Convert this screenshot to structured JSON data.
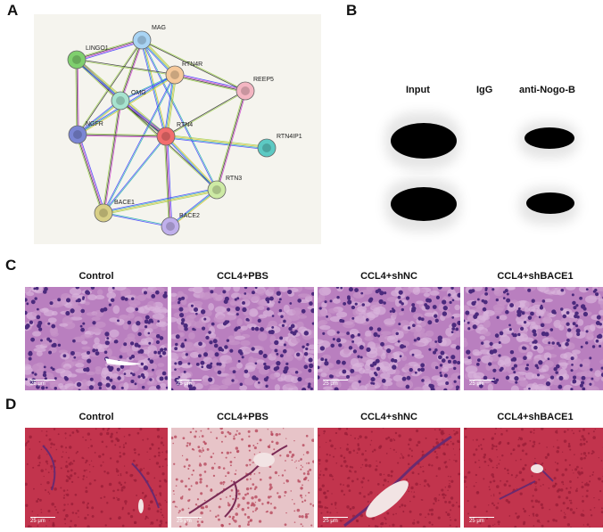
{
  "panels": {
    "a": "A",
    "b": "B",
    "c": "C",
    "d": "D"
  },
  "network": {
    "nodes": [
      {
        "id": "mag",
        "label": "MAG",
        "color": "#a9d4f4"
      },
      {
        "id": "lingo1",
        "label": "LINGO1",
        "color": "#7fcf6e"
      },
      {
        "id": "rtn4r",
        "label": "RTN4R",
        "color": "#f5c89a"
      },
      {
        "id": "reep5",
        "label": "REEP5",
        "color": "#f4b6c2"
      },
      {
        "id": "omg",
        "label": "OMG",
        "color": "#a7e3cf"
      },
      {
        "id": "rtn4",
        "label": "RTN4",
        "color": "#f26d6d"
      },
      {
        "id": "ngfr",
        "label": "NGFR",
        "color": "#7b86d4"
      },
      {
        "id": "rtn4ip1",
        "label": "RTN4IP1",
        "color": "#5cc9c3"
      },
      {
        "id": "rtn3",
        "label": "RTN3",
        "color": "#cdeaa4"
      },
      {
        "id": "bace1",
        "label": "BACE1",
        "color": "#d8cf86"
      },
      {
        "id": "bace2",
        "label": "BACE2",
        "color": "#c0b0ec"
      }
    ]
  },
  "blot": {
    "columns": [
      "Input",
      "IgG",
      "anti-Nogo-B"
    ]
  },
  "histology": {
    "groups": [
      "Control",
      "CCL4+PBS",
      "CCL4+shNC",
      "CCL4+shBACE1"
    ],
    "scale": "25 μm"
  }
}
